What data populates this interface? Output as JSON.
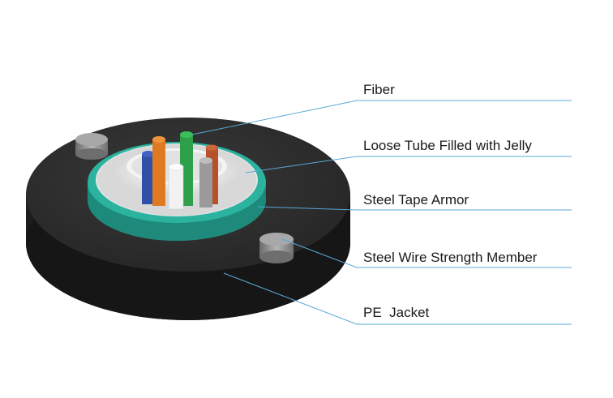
{
  "labels": {
    "fiber": "Fiber",
    "loose_tube": "Loose Tube Filled with Jelly",
    "steel_tape": "Steel Tape Armor",
    "steel_wire": "Steel Wire Strength Member",
    "pe_jacket": "PE  Jacket"
  },
  "colors": {
    "leader_line": "#5aa8d6",
    "jacket": "#2a2a2a",
    "armor": "#2bb3a0",
    "loose_tube": "#e8e8e8",
    "fiber_blue": "#2f4fa8",
    "fiber_orange": "#e07a22",
    "fiber_green": "#2ea04a",
    "fiber_red": "#b8502a",
    "fiber_white": "#f2f2f2",
    "fiber_gray": "#9a9a9a"
  }
}
